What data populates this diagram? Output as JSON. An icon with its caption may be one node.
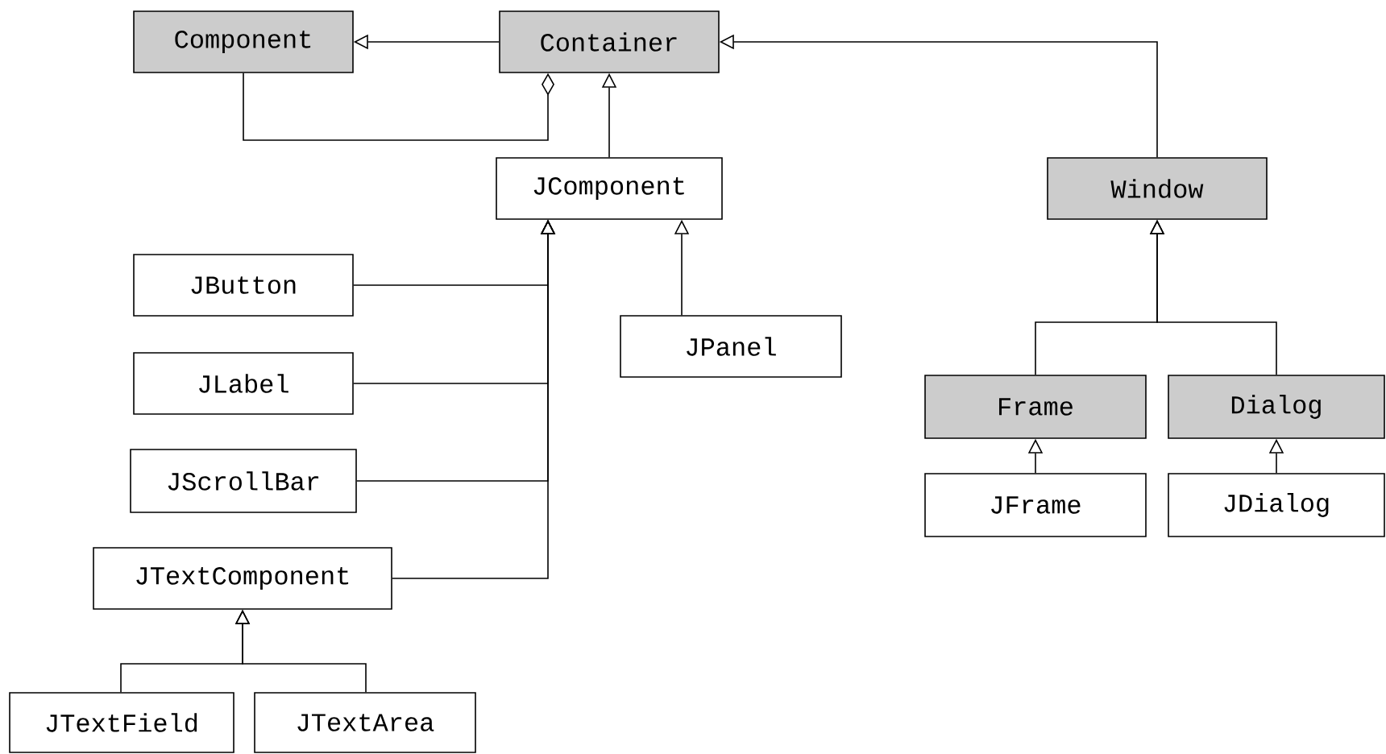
{
  "diagram": {
    "nodes": [
      {
        "text": [
          "Component"
        ]
      },
      {
        "text": [
          "Container"
        ]
      },
      {
        "text": [
          "JComponent"
        ]
      },
      {
        "text": [
          "Window"
        ]
      },
      {
        "text": [
          "JButton"
        ]
      },
      {
        "text": [
          "JPanel"
        ]
      },
      {
        "text": [
          "JLabel"
        ]
      },
      {
        "text": [
          "Frame"
        ]
      },
      {
        "text": [
          "Dialog"
        ]
      },
      {
        "text": [
          "JScrollBar"
        ]
      },
      {
        "text": [
          "JFrame"
        ]
      },
      {
        "text": [
          "JDialog"
        ]
      },
      {
        "text": [
          "JTextComponent"
        ]
      },
      {
        "text": [
          "JTextField"
        ]
      },
      {
        "text": [
          "JTextArea"
        ]
      }
    ],
    "edges": [
      {
        "from": 1,
        "to": 0,
        "arrow": "to"
      },
      {
        "from": 0,
        "to": 1,
        "arrow": "other"
      },
      {
        "from": 2,
        "to": 1,
        "arrow": "to"
      },
      {
        "from": 3,
        "to": 1,
        "arrow": "to"
      },
      {
        "from": 4,
        "to": 2,
        "arrow": "to"
      },
      {
        "from": 6,
        "to": 2,
        "arrow": "to"
      },
      {
        "from": 9,
        "to": 2,
        "arrow": "to"
      },
      {
        "from": 12,
        "to": 2,
        "arrow": "to"
      },
      {
        "from": 5,
        "to": 2,
        "arrow": "to"
      },
      {
        "from": 7,
        "to": 3,
        "arrow": "to"
      },
      {
        "from": 8,
        "to": 3,
        "arrow": "to"
      },
      {
        "from": 10,
        "to": 7,
        "arrow": "to"
      },
      {
        "from": 11,
        "to": 8,
        "arrow": "to"
      },
      {
        "from": 13,
        "to": 12,
        "arrow": "to"
      },
      {
        "from": 14,
        "to": 12,
        "arrow": "to"
      }
    ]
  }
}
